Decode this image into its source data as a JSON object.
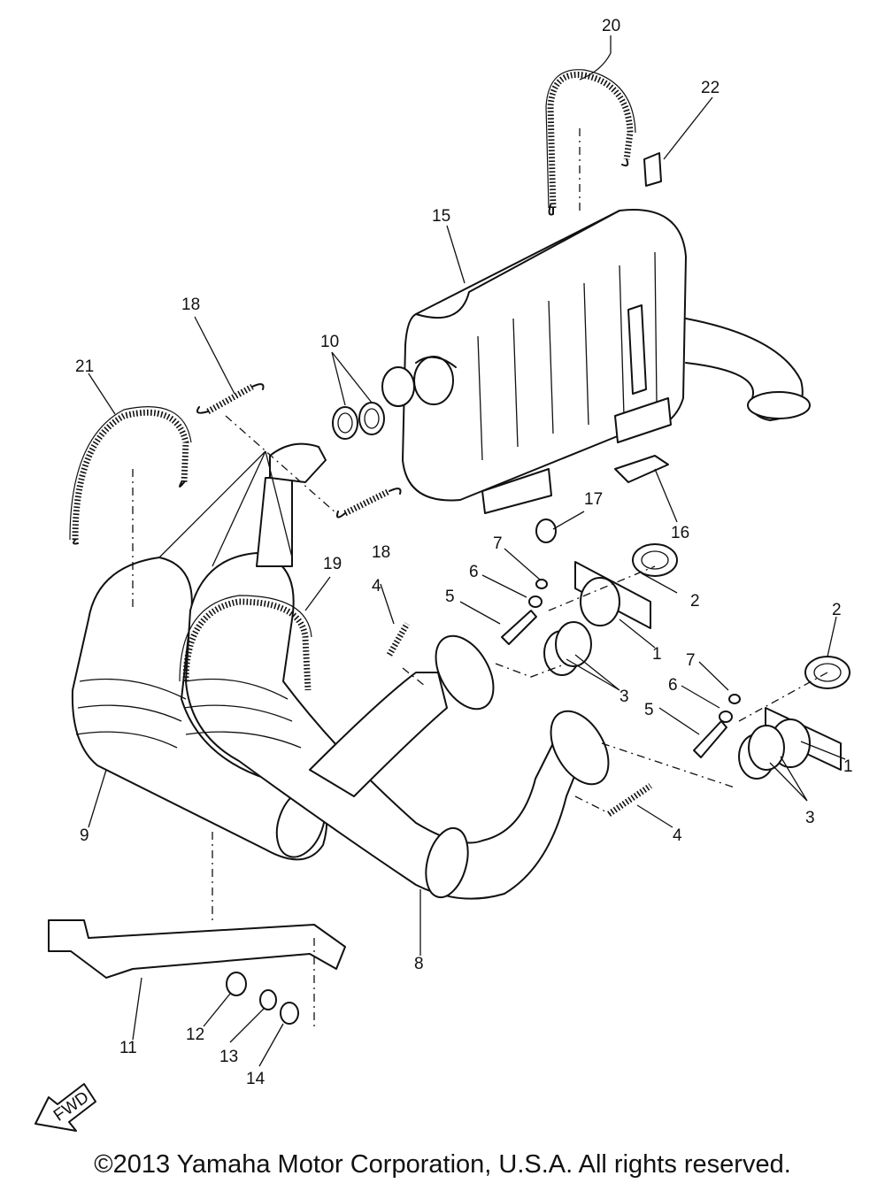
{
  "callouts": {
    "c1a": "1",
    "c1b": "1",
    "c2a": "2",
    "c2b": "2",
    "c3a": "3",
    "c3b": "3",
    "c4a": "4",
    "c4b": "4",
    "c5a": "5",
    "c5b": "5",
    "c6a": "6",
    "c6b": "6",
    "c7a": "7",
    "c7b": "7",
    "c8": "8",
    "c9": "9",
    "c10": "10",
    "c11": "11",
    "c12": "12",
    "c13": "13",
    "c14": "14",
    "c15": "15",
    "c16": "16",
    "c17": "17",
    "c18a": "18",
    "c18b": "18",
    "c19": "19",
    "c20": "20",
    "c21": "21",
    "c22": "22"
  },
  "fwd_arrow": "FWD",
  "copyright": "©2013 Yamaha Motor Corporation, U.S.A. All rights reserved."
}
